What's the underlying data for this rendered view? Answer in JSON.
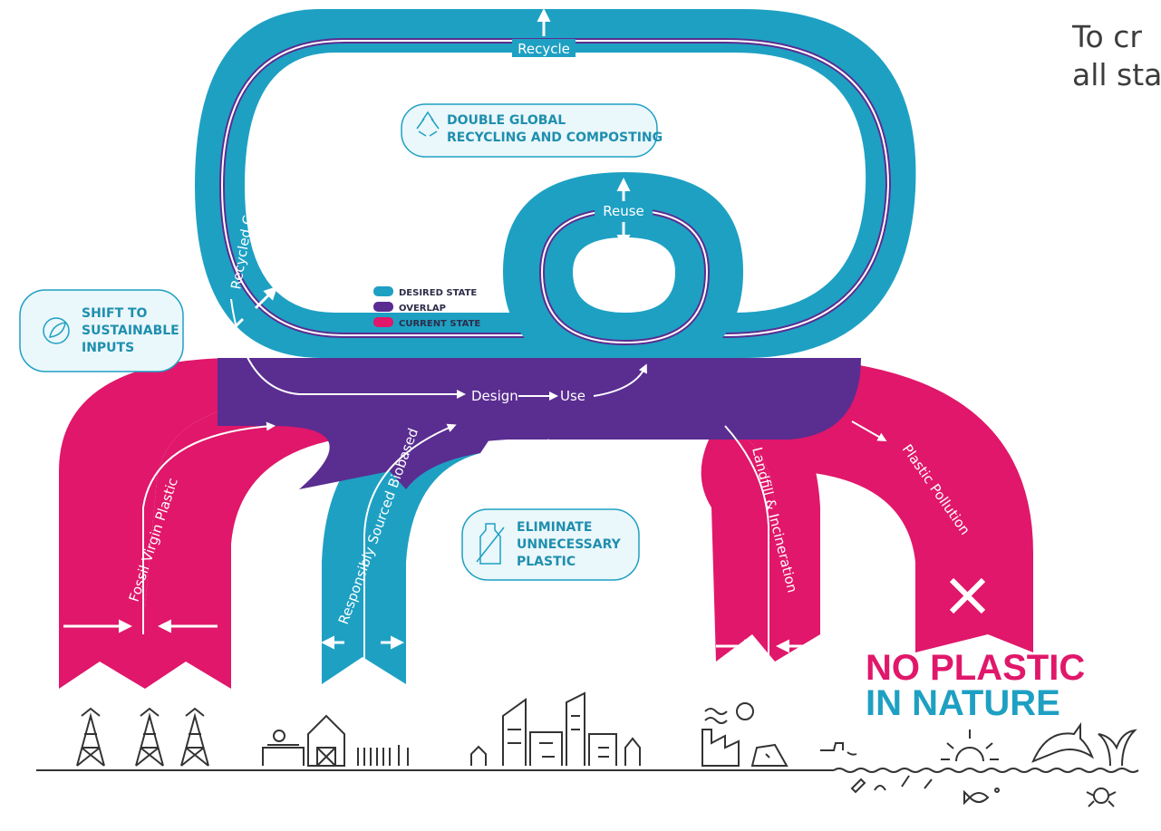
{
  "side_text": {
    "line1": "To cr",
    "line2": "all sta"
  },
  "loop_labels": {
    "recycle": "Recycle",
    "reuse": "Reuse",
    "recycled_content": "Recycled Content",
    "design": "Design",
    "use": "Use"
  },
  "stream_labels": {
    "fossil": "Fossil Virgin Plastic",
    "biobased": "Responsibly Sourced Biobased",
    "landfill": "Landfill & Incineration",
    "pollution": "Plastic Pollution"
  },
  "callouts": {
    "recycling": {
      "line1": "DOUBLE GLOBAL",
      "line2": "RECYCLING AND COMPOSTING",
      "icon": "recycle-icon"
    },
    "shift": {
      "line1": "SHIFT TO",
      "line2": "SUSTAINABLE",
      "line3": "INPUTS",
      "icon": "leaf-cycle-icon"
    },
    "eliminate": {
      "line1": "ELIMINATE",
      "line2": "UNNECESSARY",
      "line3": "PLASTIC",
      "icon": "bottle-icon"
    }
  },
  "legend": {
    "desired": {
      "label": "DESIRED STATE",
      "color": "#1ea0c3"
    },
    "overlap": {
      "label": "OVERLAP",
      "color": "#5a2d91"
    },
    "current": {
      "label": "CURRENT STATE",
      "color": "#e0176a"
    }
  },
  "headline": {
    "line1": "NO PLASTIC",
    "line2": "IN NATURE",
    "color1": "#e0176a",
    "color2": "#1ea0c3"
  },
  "landscape_icons": [
    "power-tower-icon",
    "farm-barn-icon",
    "city-buildings-icon",
    "factory-icon",
    "beach-icon",
    "sun-icon",
    "dolphin-icon",
    "whale-tail-icon"
  ]
}
